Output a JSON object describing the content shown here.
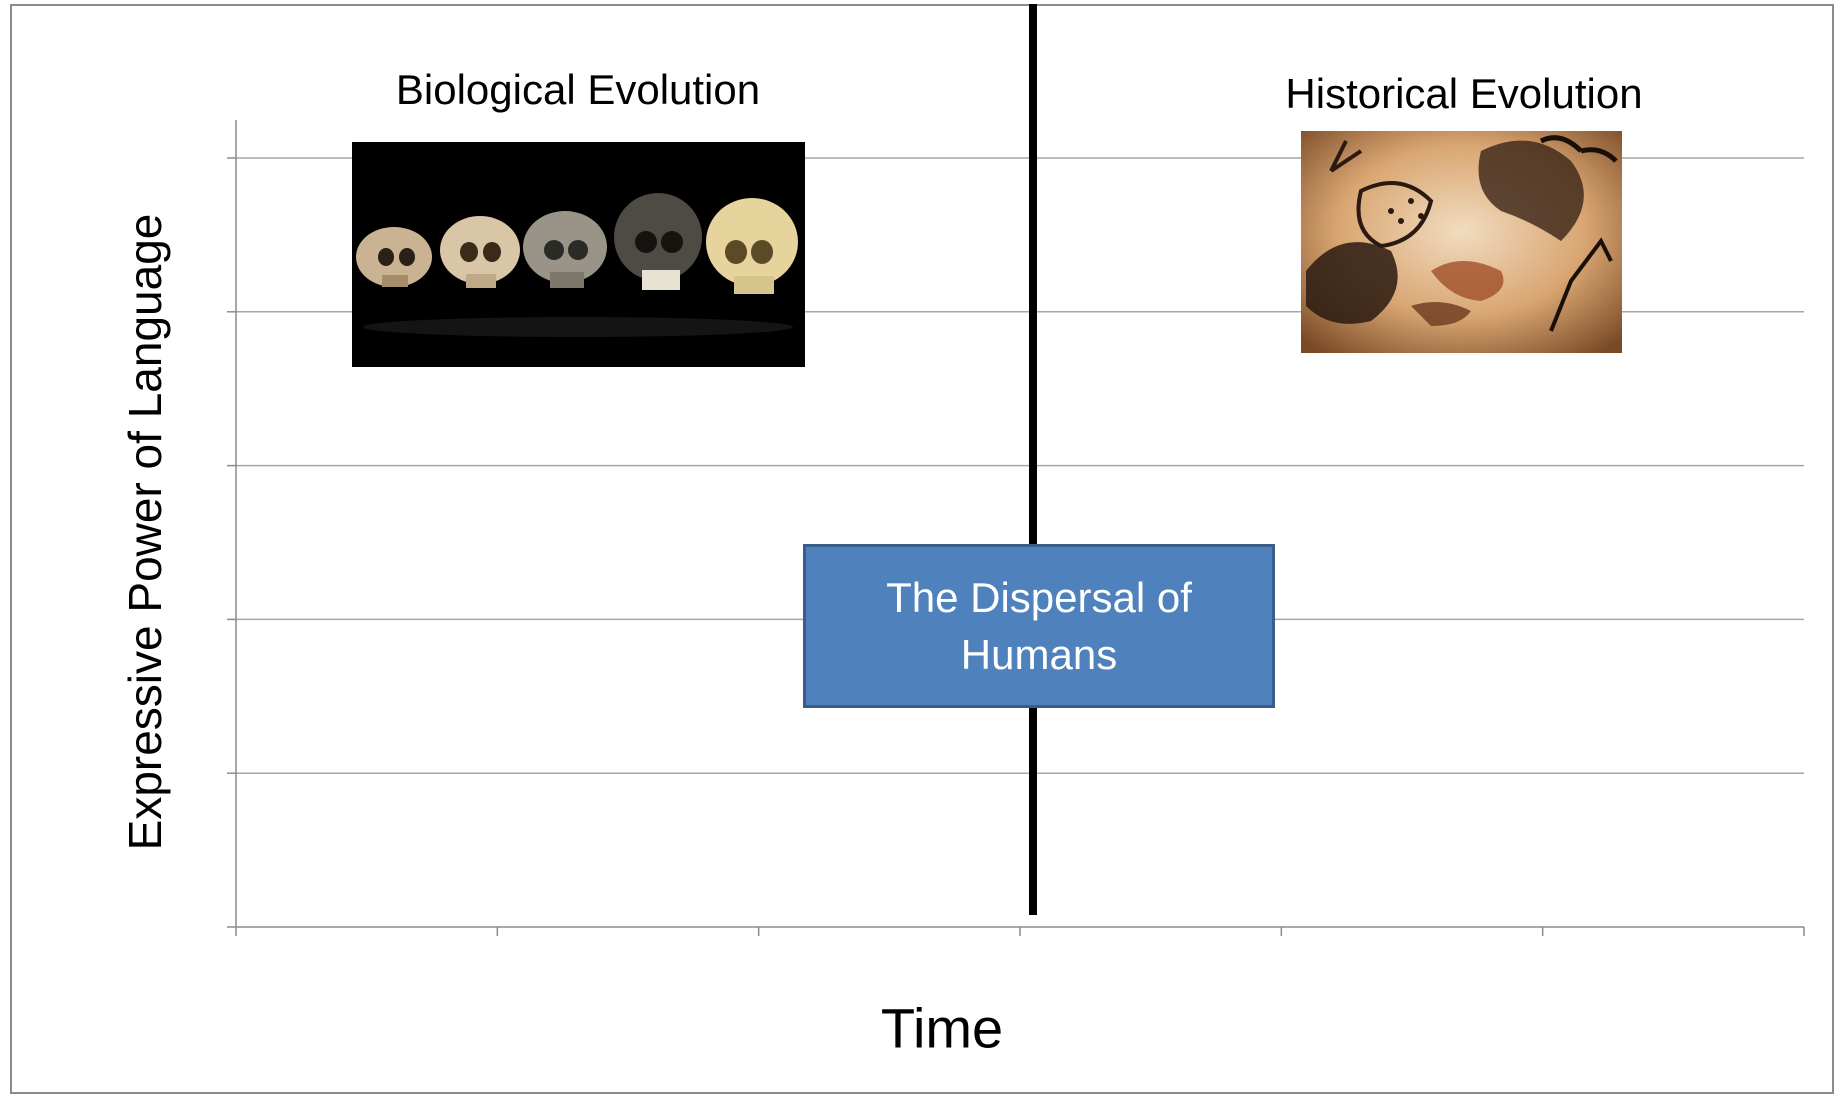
{
  "chart_data": {
    "type": "line",
    "title": "",
    "xlabel": "Time",
    "ylabel": "Expressive Power of Language",
    "x_categories": [
      "",
      "",
      "",
      "",
      "",
      ""
    ],
    "ylim": [
      0,
      5
    ],
    "y_gridlines": [
      1,
      2,
      3,
      4,
      5
    ],
    "series": [],
    "grid": true,
    "annotations": {
      "left_section": "Biological Evolution",
      "right_section": "Historical Evolution",
      "divider_label": "The Dispersal of Humans",
      "divider_position_category": 3
    }
  },
  "images": {
    "left": "hominid-skulls-image",
    "right": "cave-painting-image"
  },
  "colors": {
    "callout_fill": "#4f81bd",
    "callout_border": "#385d8a",
    "gridline": "#a6a6a6",
    "divider": "#000000"
  }
}
